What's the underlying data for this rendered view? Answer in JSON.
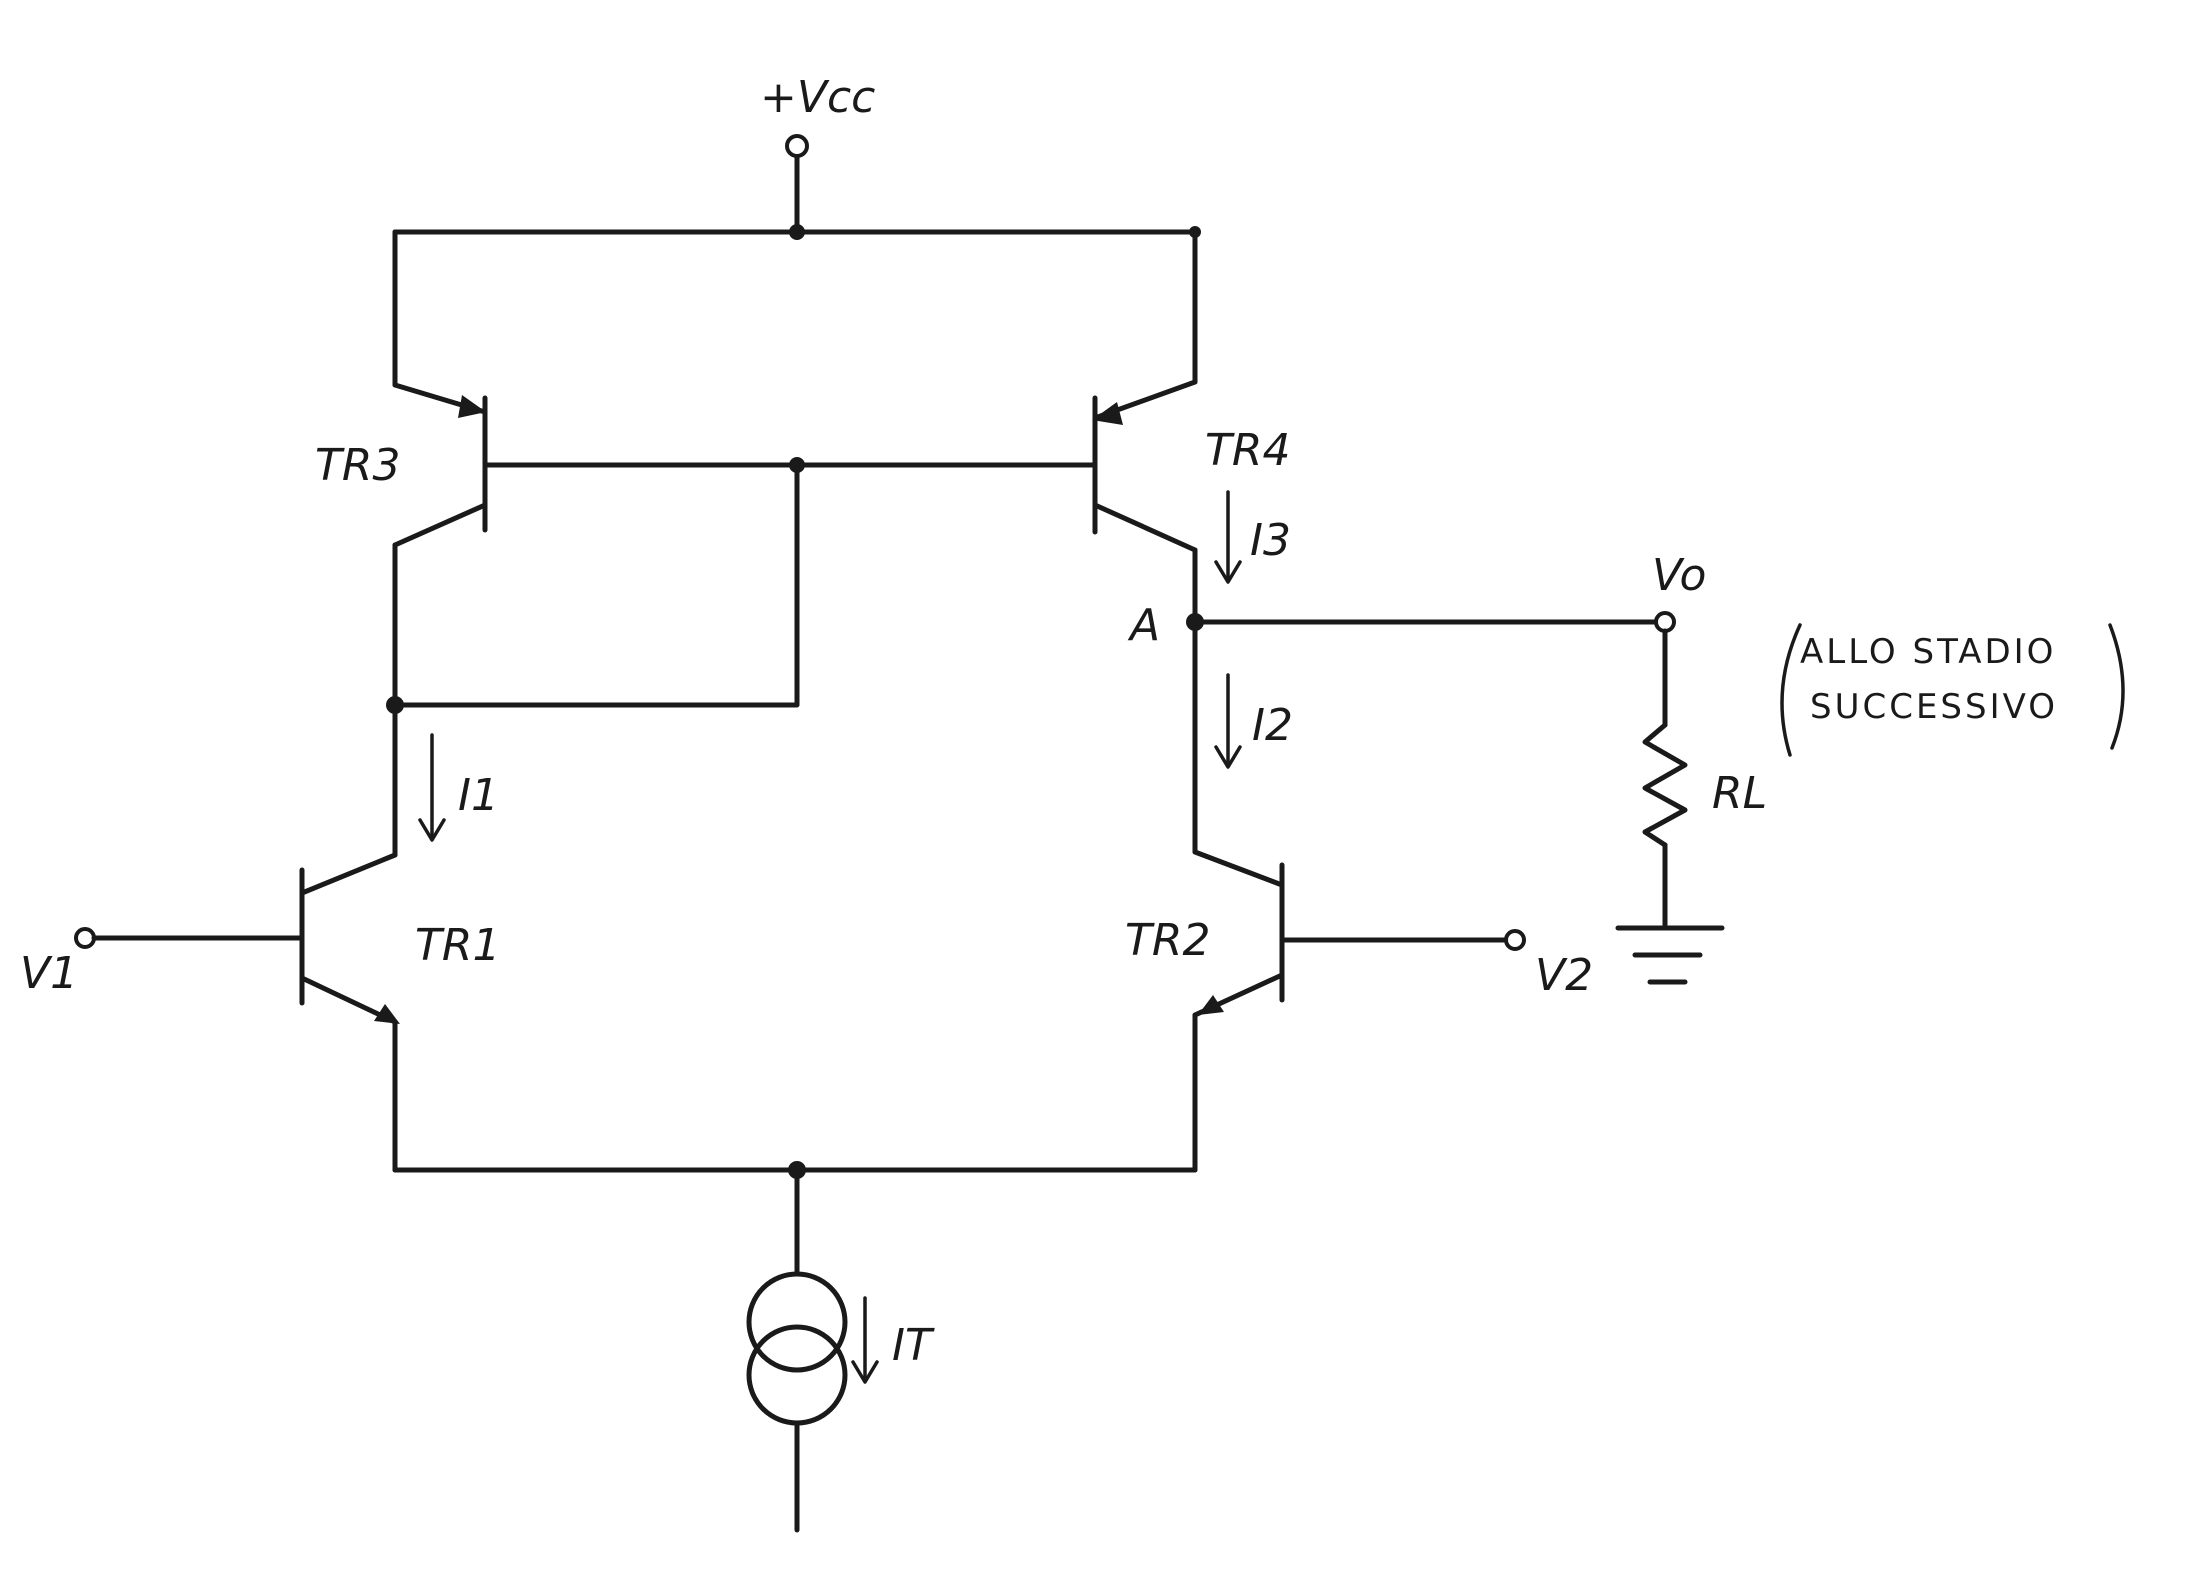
{
  "supply": {
    "label": "+Vcc"
  },
  "transistors": [
    {
      "id": "tr1",
      "label": "TR1"
    },
    {
      "id": "tr2",
      "label": "TR2"
    },
    {
      "id": "tr3",
      "label": "TR3"
    },
    {
      "id": "tr4",
      "label": "TR4"
    }
  ],
  "inputs": {
    "v1": "V1",
    "v2": "V2"
  },
  "output": {
    "vo": "Vo",
    "node": "A"
  },
  "currents": {
    "i1": "I1",
    "i2": "I2",
    "i3": "I3",
    "it": "IT"
  },
  "load": {
    "label": "RL"
  },
  "note": {
    "line1": "ALLO STADIO",
    "line2": "SUCCESSIVO"
  }
}
